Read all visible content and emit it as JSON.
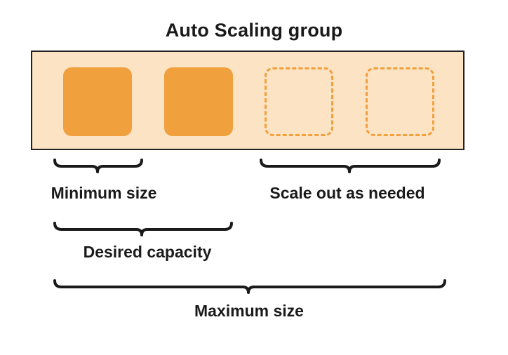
{
  "diagram": {
    "title": "Auto Scaling group",
    "instances": [
      {
        "state": "running"
      },
      {
        "state": "running"
      },
      {
        "state": "potential"
      },
      {
        "state": "potential"
      }
    ],
    "labels": {
      "minimum": "Minimum size",
      "scale_out": "Scale out as needed",
      "desired": "Desired capacity",
      "maximum": "Maximum size"
    },
    "colors": {
      "group_fill": "#fbe3c4",
      "instance_fill": "#f0a03c",
      "instance_dashed": "#f0a03c",
      "text": "#1a1a1a"
    }
  }
}
